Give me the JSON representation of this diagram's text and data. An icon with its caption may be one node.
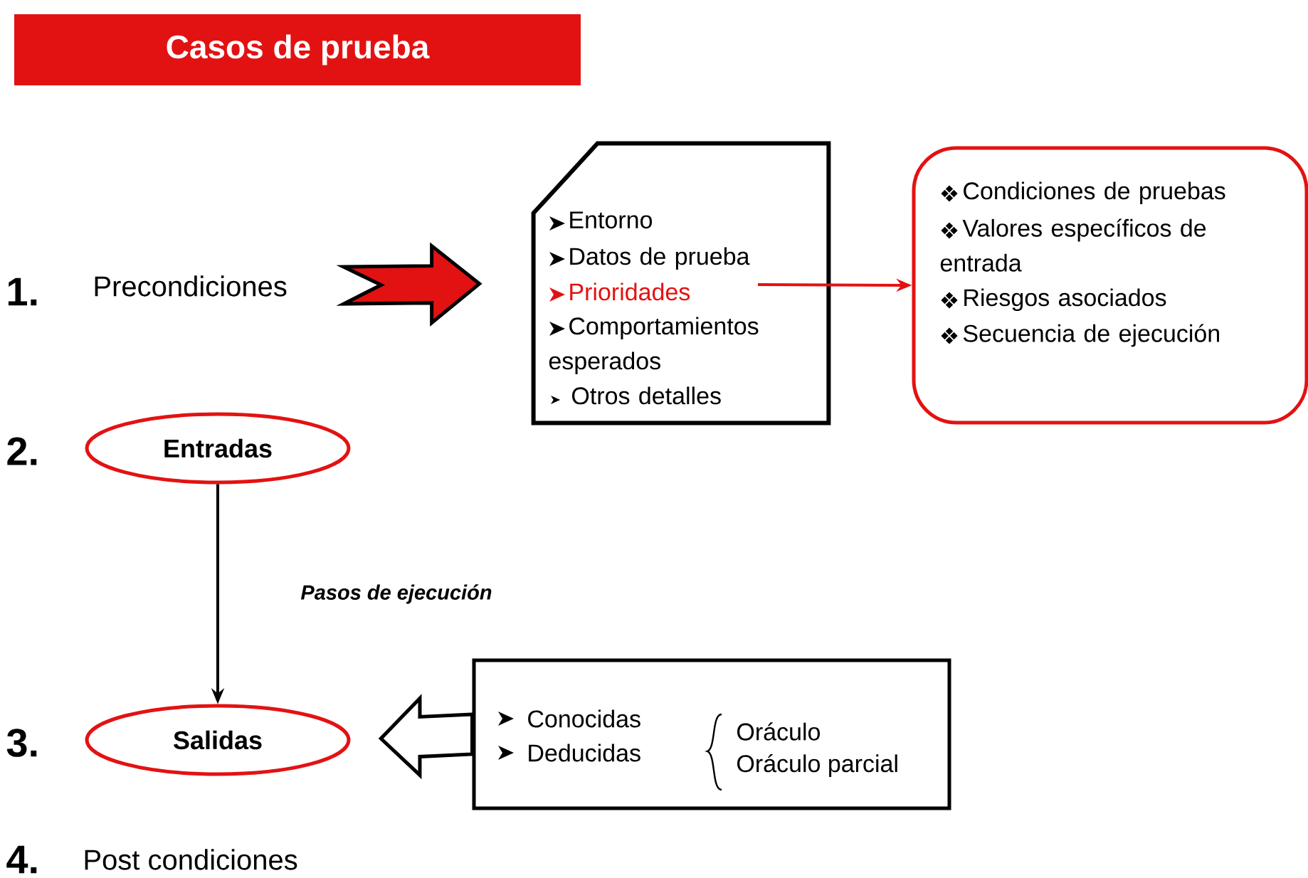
{
  "diagram": {
    "title": "Casos de prueba",
    "nodes": [
      {
        "text": [
          "Precondiciones"
        ]
      },
      {
        "text": [
          "Entorno",
          "Datos de prueba",
          "Prioridades",
          "Comportamientos esperados",
          "Otros detalles"
        ]
      },
      {
        "text": [
          "Condiciones de pruebas",
          "Valores específicos de entrada",
          "Riesgos asociados",
          "Secuencia de ejecución"
        ]
      },
      {
        "text": [
          "Entradas"
        ]
      },
      {
        "text": [
          "Salidas"
        ]
      },
      {
        "text": [
          "Conocidas",
          "Deducidas",
          "Oráculo",
          "Oráculo parcial"
        ]
      },
      {
        "text": [
          "Post condiciones"
        ]
      }
    ],
    "edges": [
      {
        "from": 0,
        "to": 1,
        "arrow": "to",
        "style": "thick",
        "color": "#e31212"
      },
      {
        "from": 1,
        "to": 2,
        "arrow": "to",
        "color": "#e31212"
      },
      {
        "from": 3,
        "to": 4,
        "arrow": "to",
        "label": "Pasos de ejecución",
        "color": "#000000"
      },
      {
        "from": 5,
        "to": 4,
        "arrow": "to",
        "style": "thick",
        "color": "#000000"
      }
    ],
    "labels": [
      "1.",
      "2.",
      "3.",
      "4."
    ]
  }
}
